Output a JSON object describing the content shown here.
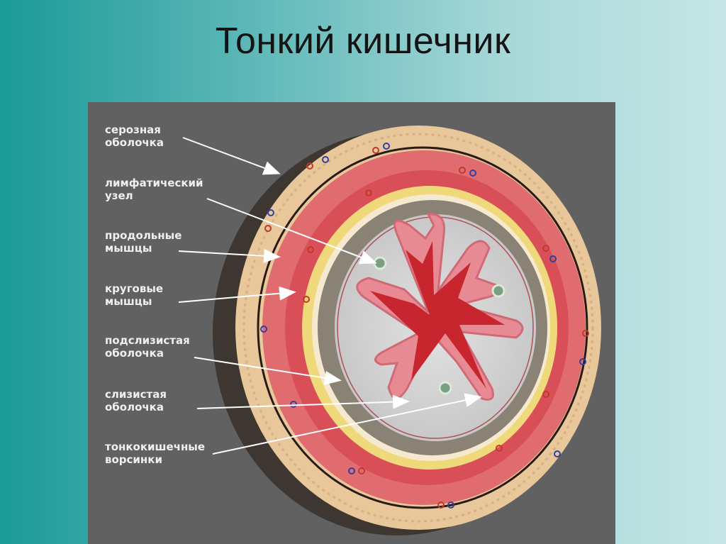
{
  "slide": {
    "title": "Тонкий кишечник"
  },
  "labels": [
    {
      "id": "serosa",
      "text": "серозная\nоболочка"
    },
    {
      "id": "lymph-node",
      "text": "лимфатический\nузел"
    },
    {
      "id": "longitudinal-muscles",
      "text": "продольные\nмышцы"
    },
    {
      "id": "circular-muscles",
      "text": "круговые\nмышцы"
    },
    {
      "id": "submucosa",
      "text": "подслизистая\nоболочка"
    },
    {
      "id": "mucosa",
      "text": "слизистая\nоболочка"
    },
    {
      "id": "villi",
      "text": "тонкокишечные\nворсинки"
    }
  ],
  "colors": {
    "panel": "#616161",
    "serosa": "#e8c79a",
    "muscle": "#e06c70",
    "submucosa_band": "#f0d97a",
    "mucosa_outer": "#8a8275",
    "lumen_tissue": "#d6d6d6",
    "villi": "#e88a94",
    "lumen": "#c8262e",
    "arrow": "#ffffff"
  }
}
